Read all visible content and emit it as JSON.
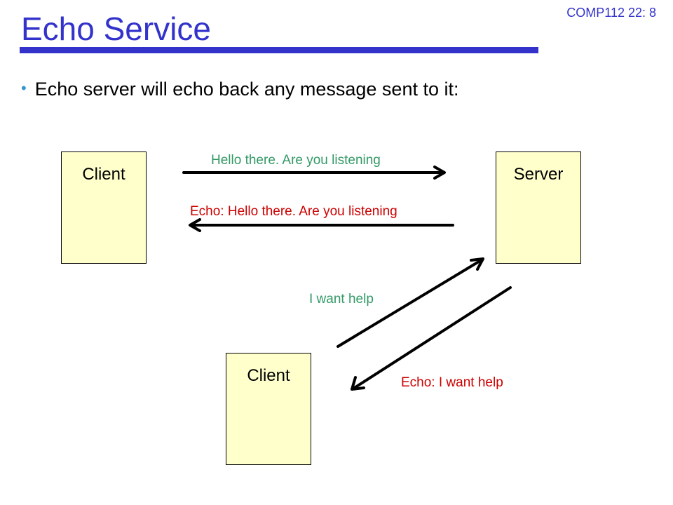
{
  "slide": {
    "title": "Echo Service",
    "slide_number": "COMP112 22: 8",
    "bullet_text": "Echo server will echo back any message sent to it:"
  },
  "diagram": {
    "client_top_label": "Client",
    "server_label": "Server",
    "client_bottom_label": "Client",
    "message_1": "Hello there. Are you listening",
    "echo_1": "Echo: Hello there. Are you listening",
    "message_2": "I want help",
    "echo_2": "Echo: I want help"
  },
  "colors": {
    "title": "#3333cc",
    "bullet_dot": "#3399cc",
    "box_fill": "#ffffcc",
    "message": "#339966",
    "echo": "#cc0000"
  }
}
